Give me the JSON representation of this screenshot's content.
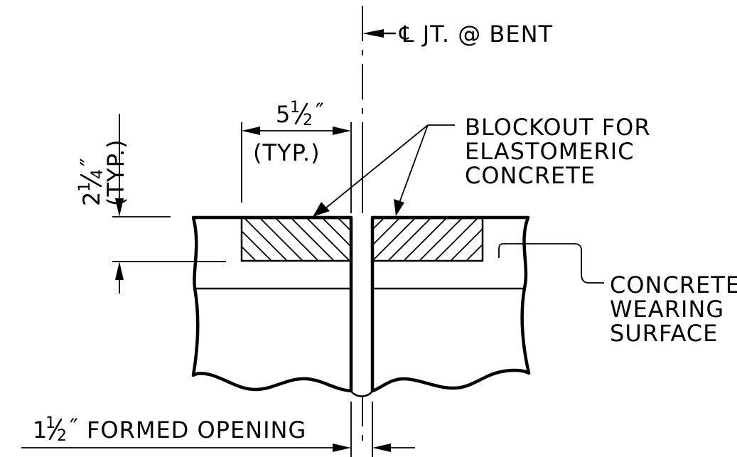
{
  "labels": {
    "centerline": "℄ JT. @ BENT",
    "top_dim_whole": "5",
    "top_dim_num": "1",
    "top_dim_den": "2",
    "top_dim_mark": "″",
    "top_dim_note": "(TYP.)",
    "side_dim_whole": "2",
    "side_dim_num": "1",
    "side_dim_den": "4",
    "side_dim_mark": "″",
    "side_dim_note": "(TYP.)",
    "blockout_line1": "BLOCKOUT FOR",
    "blockout_line2": "ELASTOMERIC",
    "blockout_line3": "CONCRETE",
    "surface_line1": "CONCRETE",
    "surface_line2": "WEARING",
    "surface_line3": "SURFACE",
    "opening_whole": "1",
    "opening_num": "1",
    "opening_den": "2",
    "opening_mark": "″",
    "opening_text": "FORMED OPENING"
  }
}
